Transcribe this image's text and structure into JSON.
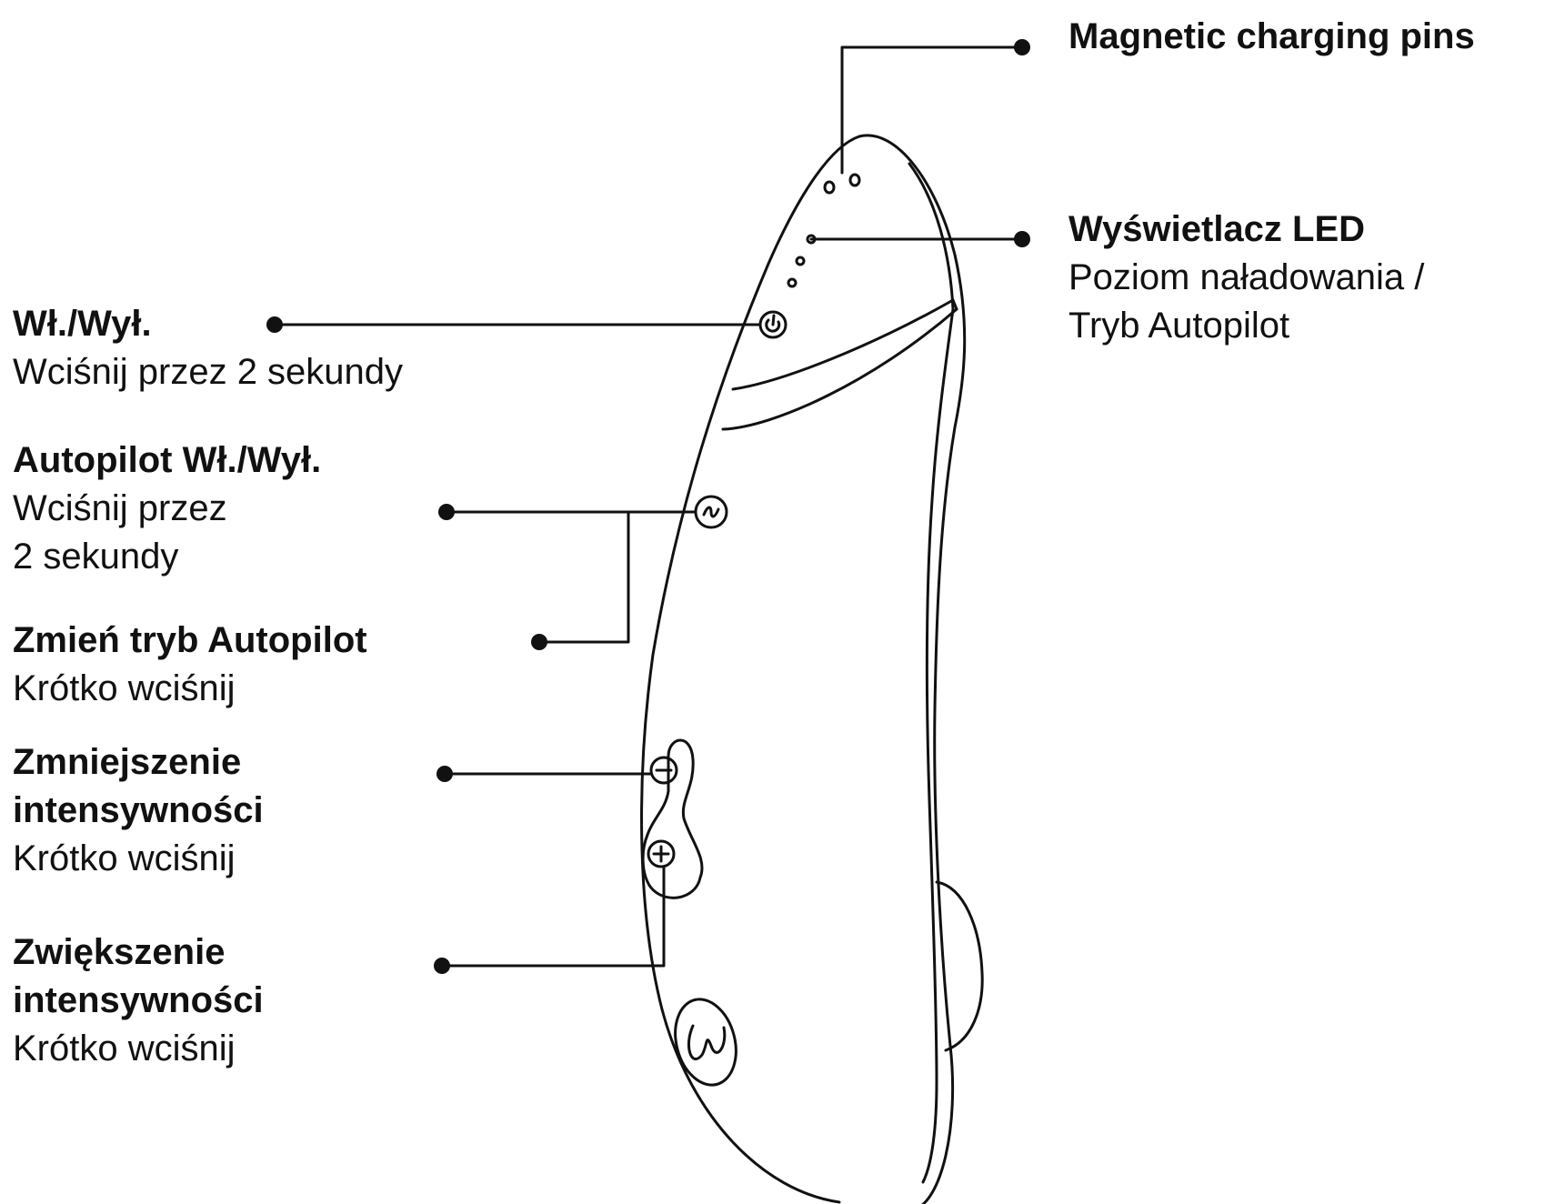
{
  "labels": {
    "charging": {
      "title": "Magnetic charging pins"
    },
    "led": {
      "title": "Wyświetlacz LED",
      "desc_1": "Poziom naładowania /",
      "desc_2": "Tryb Autopilot"
    },
    "power": {
      "title": "Wł./Wył.",
      "desc": "Wciśnij przez 2 sekundy"
    },
    "autopilot": {
      "title": "Autopilot Wł./Wył.",
      "desc_1": "Wciśnij przez",
      "desc_2": "2 sekundy"
    },
    "mode": {
      "title": "Zmień tryb Autopilot",
      "desc": "Krótko wciśnij"
    },
    "decrease": {
      "title_1": "Zmniejszenie",
      "title_2": "intensywności",
      "desc": "Krótko wciśnij"
    },
    "increase": {
      "title_1": "Zwiększenie",
      "title_2": "intensywności",
      "desc": "Krótko wciśnij"
    }
  },
  "colors": {
    "ink": "#111111",
    "background": "#ffffff"
  },
  "icons": [
    "power-icon",
    "autopilot-wave-icon",
    "minus-icon",
    "plus-icon",
    "womanizer-logo-icon"
  ]
}
